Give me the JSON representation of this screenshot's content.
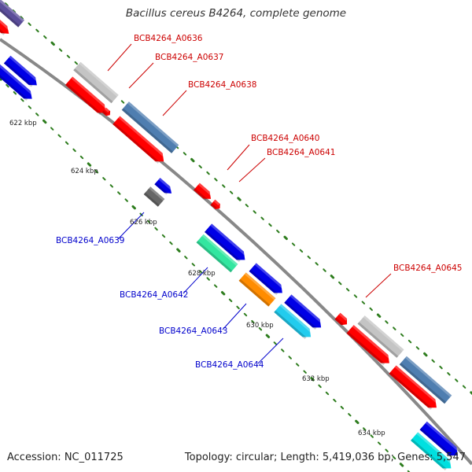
{
  "title": "Bacillus cereus B4264, complete genome",
  "footer": {
    "accession": "Accession: NC_011725",
    "summary": "Topology: circular; Length: 5,419,036 bp; Genes: 5,547"
  },
  "colors": {
    "forward_label": "#cc0000",
    "reverse_label": "#0000cc",
    "backbone": "#888888",
    "tick_marks": "#2e7d1e"
  },
  "ticks": [
    {
      "label": "622 kbp"
    },
    {
      "label": "624 kbp"
    },
    {
      "label": "626 kbp"
    },
    {
      "label": "628 kbp"
    },
    {
      "label": "630 kbp"
    },
    {
      "label": "632 kbp"
    },
    {
      "label": "634 kbp"
    }
  ],
  "gene_labels": [
    {
      "text": "BCB4264_A0636",
      "strand": "forward"
    },
    {
      "text": "BCB4264_A0637",
      "strand": "forward"
    },
    {
      "text": "BCB4264_A0638",
      "strand": "forward"
    },
    {
      "text": "BCB4264_A0640",
      "strand": "forward"
    },
    {
      "text": "BCB4264_A0641",
      "strand": "forward"
    },
    {
      "text": "BCB4264_A0645",
      "strand": "forward"
    },
    {
      "text": "BCB4264_A0639",
      "strand": "reverse"
    },
    {
      "text": "BCB4264_A0642",
      "strand": "reverse"
    },
    {
      "text": "BCB4264_A0643",
      "strand": "reverse"
    },
    {
      "text": "BCB4264_A0644",
      "strand": "reverse"
    }
  ]
}
